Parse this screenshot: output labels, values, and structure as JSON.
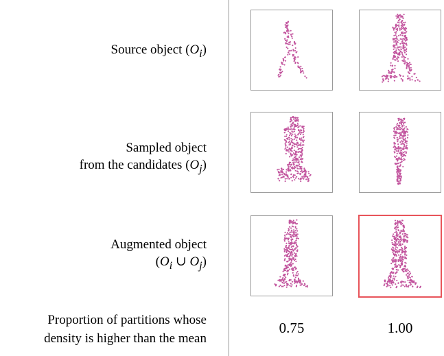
{
  "rows": {
    "source": {
      "label_text": "Source object (",
      "label_sym": "O",
      "label_sub": "i",
      "label_end": ")"
    },
    "sampled": {
      "line1": "Sampled object",
      "line2_text": "from the candidates (",
      "line2_sym": "O",
      "line2_sub": "j",
      "line2_end": ")"
    },
    "augmented": {
      "line1": "Augmented object",
      "line2_open": "(",
      "sym_a": "O",
      "sub_a": "i",
      "union": " ∪ ",
      "sym_b": "O",
      "sub_b": "j",
      "line2_end": ")"
    }
  },
  "bottom": {
    "line1": "Proportion of partitions whose",
    "line2": "density is higher than the mean"
  },
  "columns": [
    {
      "value": "0.75",
      "highlighted": false
    },
    {
      "value": "1.00",
      "highlighted": true
    }
  ],
  "colors": {
    "points": "#c2559e",
    "highlight_border": "#e8545a",
    "divider": "#999999"
  }
}
